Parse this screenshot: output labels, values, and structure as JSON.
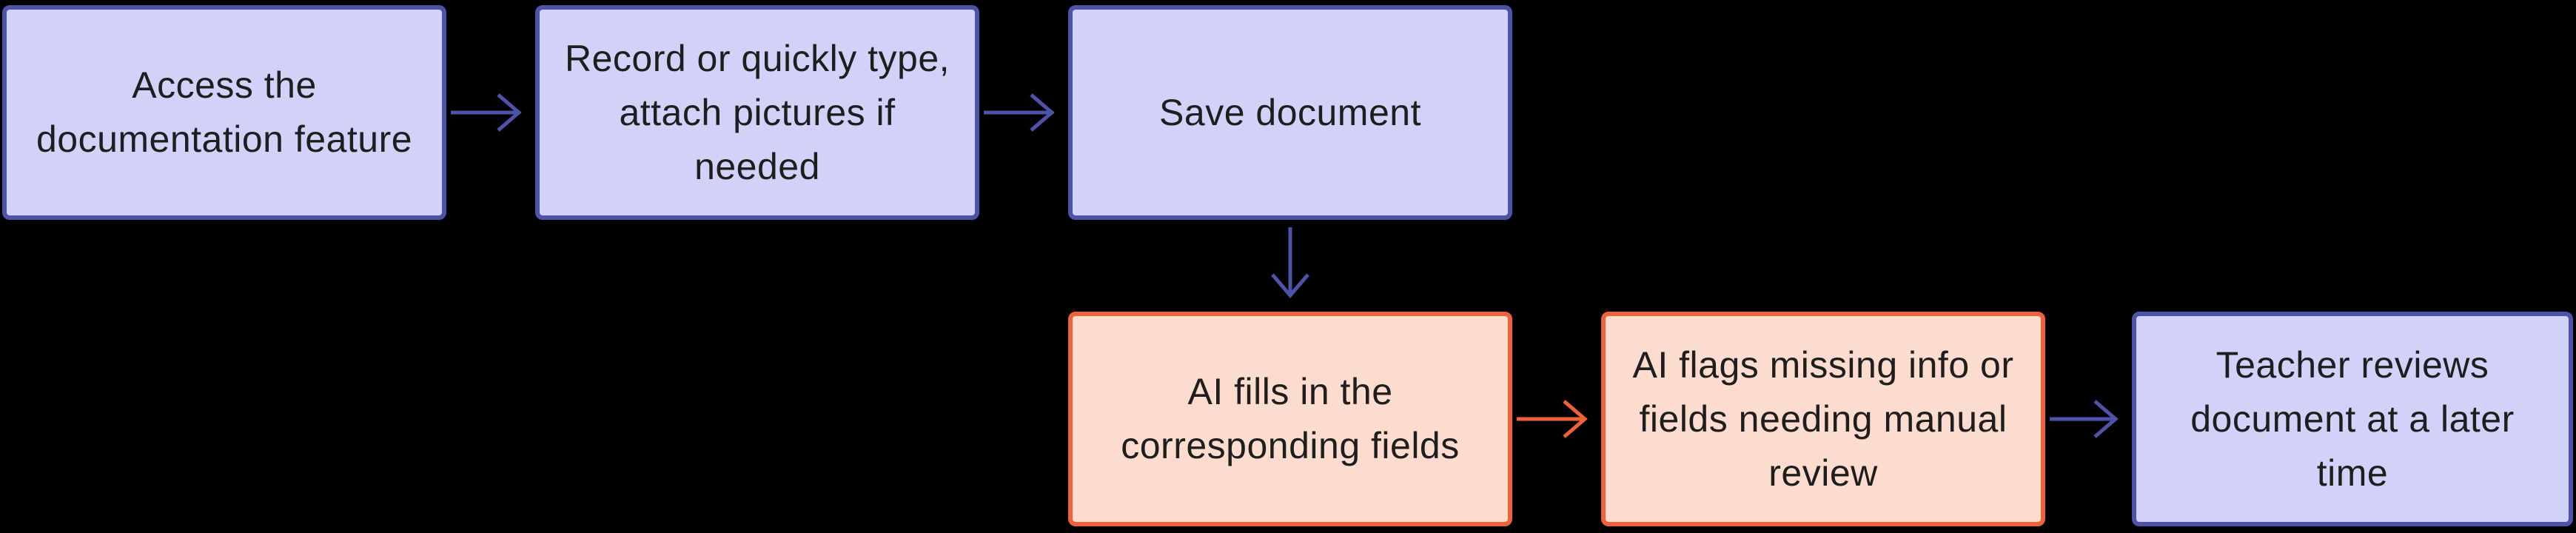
{
  "diagram": {
    "type": "flowchart",
    "background": "#000000",
    "palette": {
      "purple": "#4C53A9",
      "purple_fill": "#D2D1F8",
      "orange": "#EF6239",
      "orange_fill": "#FCDCCE",
      "text": "#1E1E1E"
    },
    "nodes": [
      {
        "id": "access-documentation",
        "style": "purple",
        "text": "Access the\ndocumentation feature"
      },
      {
        "id": "record-or-type",
        "style": "purple",
        "text": "Record or quickly type,\nattach pictures if needed"
      },
      {
        "id": "save-document",
        "style": "purple",
        "text": "Save document"
      },
      {
        "id": "ai-fills-fields",
        "style": "orange",
        "text": "AI fills in the\ncorresponding fields"
      },
      {
        "id": "ai-flags-missing",
        "style": "orange",
        "text": "AI flags missing info or\nfields needing manual\nreview"
      },
      {
        "id": "teacher-reviews",
        "style": "purple",
        "text": "Teacher reviews\ndocument at a later time"
      }
    ],
    "edges": [
      {
        "from": "access-documentation",
        "to": "record-or-type",
        "color": "purple",
        "direction": "right"
      },
      {
        "from": "record-or-type",
        "to": "save-document",
        "color": "purple",
        "direction": "right"
      },
      {
        "from": "save-document",
        "to": "ai-fills-fields",
        "color": "purple",
        "direction": "down"
      },
      {
        "from": "ai-fills-fields",
        "to": "ai-flags-missing",
        "color": "orange",
        "direction": "right"
      },
      {
        "from": "ai-flags-missing",
        "to": "teacher-reviews",
        "color": "purple",
        "direction": "right"
      }
    ]
  }
}
